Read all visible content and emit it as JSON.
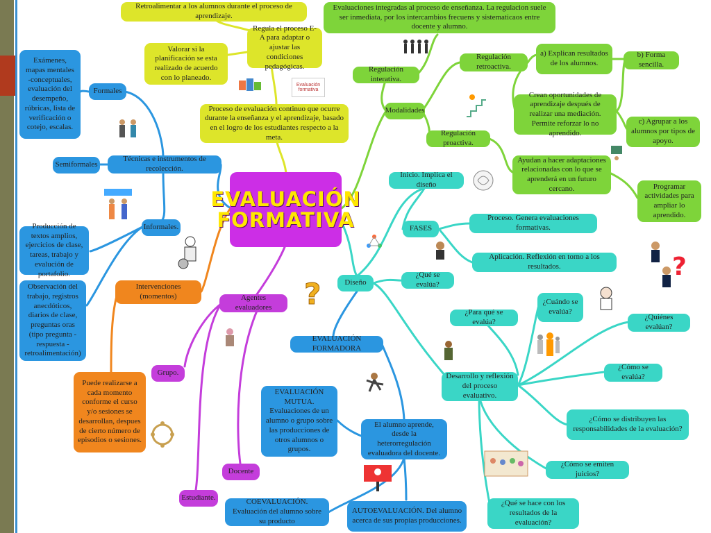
{
  "center": {
    "line1": "EVALUACIÓN",
    "line2": "FORMATIVA"
  },
  "nodes": {
    "retroalimentar": "Retroalimentar a los alumnos durante el proceso de aprendizaje.",
    "valorar": "Valorar si la planificación se esta realizado de acuerdo con lo planeado.",
    "regula": "Regula el proceso E-A para adaptar o ajustar las condiciones pedagógicas.",
    "proceso_eval": "Proceso de evaluación continuo que ocurre durante la enseñanza y el aprendizaje, basado en el logro de los estudiantes respecto a la meta.",
    "evaluaciones_integradas": "Evaluaciones integradas al proceso de enseñanza. La regulacion suele ser inmediata, por los intercambios frecuens y sistematicaos entre docente y alumno.",
    "regulacion_interactiva": "Regulación interativa.",
    "modalidades": "Modalidades",
    "regulacion_retroactiva": "Regulación retroactiva.",
    "explican": "a) Explican resultados de los alumnos.",
    "forma_sencilla": "b) Forma sencilla.",
    "crean": "Crean oportunidades de aprendizaje después de realizar una mediación. Permite reforzar lo no aprendido.",
    "agrupar": "c) Agrupar a los alumnos por tipos de apoyo.",
    "regulacion_proactiva": "Regulación proactiva.",
    "ayudan": "Ayudan a hacer adaptaciones relacionadas con lo que se aprenderá en un futuro cercano.",
    "programar": "Programar actividades para ampliar lo aprendido.",
    "examenes": "Exámenes, mapas mentales -conceptuales, evaluación del desempeño, rúbricas, lista de verificación o cotejo, escalas.",
    "formales": "Formales",
    "semiformales": "Semiformales",
    "tecnicas": "Técnicas e instrumentos de recolección.",
    "informales": "Informales.",
    "produccion": "Producción de textos amplios, ejercicios de clase, tareas, trabajo y evalución de portafolio.",
    "observacion": "Observación del trabajo, registros anecdóticos, diarios de clase, preguntas oras (tipo pregunta - respuesta -retroalimentación)",
    "intervenciones": "Intervenciones (momentos)",
    "puede": "Puede realizarse a cada momento conforme el curso y/o sesiones se desarrollan, despues de cierto número de episodios o sesiones.",
    "agentes": "Agentes evaluadores",
    "grupo": "Grupo.",
    "docente": "Docente",
    "estudiante": "Estudiante.",
    "inicio": "Inicio. Implica el diseño",
    "fases": "FASES",
    "proceso_genera": "Proceso. Genera evaluaciones formativas.",
    "aplicacion": "Aplicación. Reflexión en torno a los resultados.",
    "diseno": "Diseño",
    "que_se_evalua": "¿Qué se evalúa?",
    "para_que": "¿Para qué se evalúa?",
    "cuando": "¿Cuándo se evalúa?",
    "quienes": "¿Quiénes evalúan?",
    "como": "¿Cómo se evalúa?",
    "desarrollo": "Desarrollo y reflexión del proceso evaluativo.",
    "distribuyen": "¿Cómo se distribuyen las responsabilidades de la evaluación?",
    "juicios": "¿Cómo se emiten juicios?",
    "que_se_hace": "¿Qué se hace con los resultados de la evaluación?",
    "formadora": "EVALUACIÓN FORMADORA",
    "mutua": "EVALUACIÓN MUTUA. Evaluaciones de un alumno o grupo sobre las producciones de otros alumnos o grupos.",
    "alumno_aprende": "El alumno aprende, desde la heterorregulación evaluadora del docente.",
    "coevaluacion": "COEVALUACIÓN. Evaluación del alumno sobre su producto",
    "autoevaluacion": "AUTOEVALUACIÓN. Del alumno acerca de sus propias producciones."
  },
  "logo_text": "Evaluación formativa",
  "colors": {
    "yellow": "#dde52a",
    "green": "#7ed43a",
    "blue": "#2b96e0",
    "teal": "#3ad6c6",
    "orange": "#f0861e",
    "purple": "#cc2ee6",
    "title": "#ffe700"
  }
}
